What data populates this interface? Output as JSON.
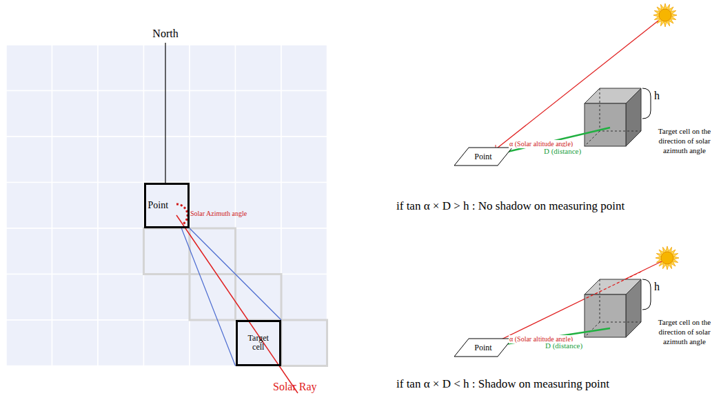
{
  "diagram": {
    "nodes": [
      {
        "text": [
          "Point"
        ]
      },
      {
        "text": [
          "Target cell"
        ]
      },
      {
        "text": [
          "Point"
        ]
      },
      {
        "text": [
          "Point"
        ]
      }
    ],
    "edges": [
      {
        "from": 0,
        "to": 1,
        "arrow": "none"
      },
      {
        "from": 0,
        "to": 1,
        "arrow": "none"
      }
    ],
    "labels": [
      "North",
      "Solar Azimuth angle",
      "Solar Ray",
      "h",
      "α (Solar altitude angle)",
      "D (distance)",
      "Target cell on the direction of solar azimuth angle",
      "if tan α × D > h : No shadow on measuring point",
      "h",
      "α (Solar altitude angle)",
      "D (distance)",
      "Target cell on the direction of solar azimuth angle",
      "if tan α × D < h : Shadow on measuring point"
    ]
  }
}
